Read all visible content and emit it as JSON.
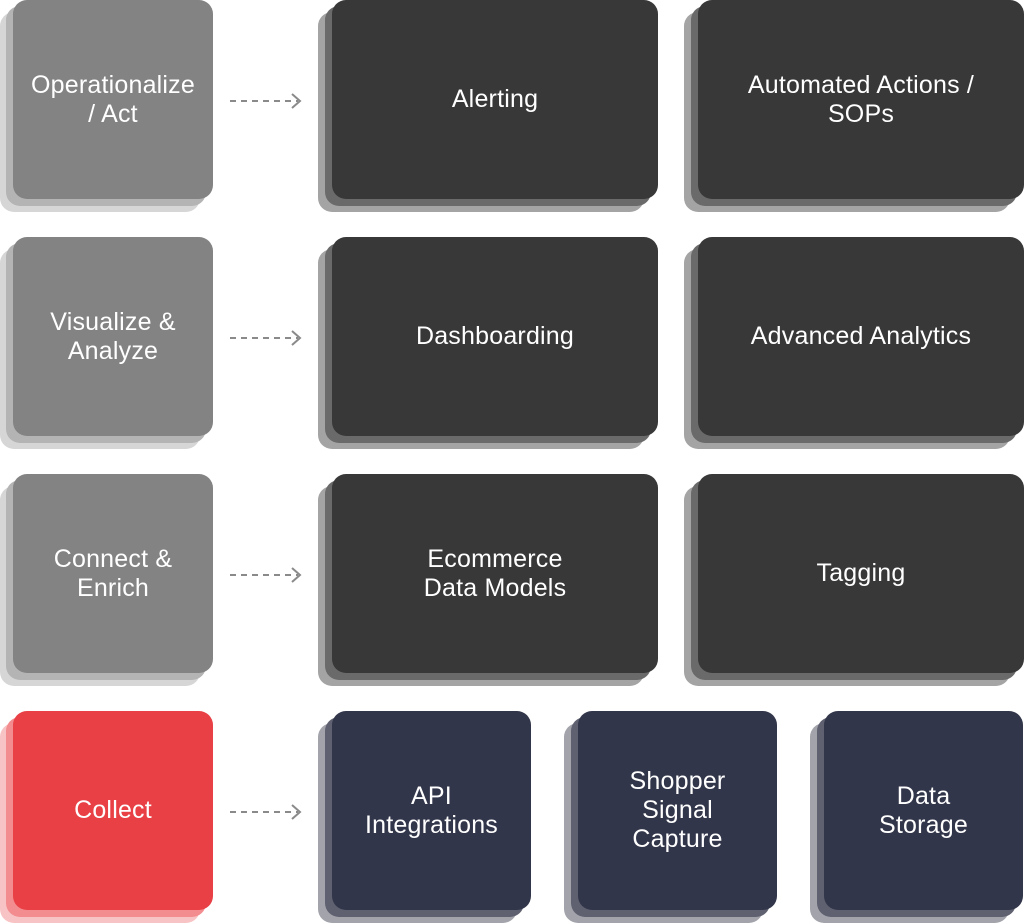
{
  "colors": {
    "stage_bg": "#838383",
    "stage_shadow_1": "#b4b4b4",
    "stage_shadow_2": "#d6d6d6",
    "collect_bg": "#e84045",
    "collect_shadow_1": "#f28c8f",
    "collect_shadow_2": "#f8c3c4",
    "capability_bg": "#383838",
    "capability_shadow_1": "#6a6a6a",
    "capability_shadow_2": "#a4a4a4",
    "collect_capability_bg": "#32364a",
    "collect_capability_shadow_1": "#5f6170",
    "collect_capability_shadow_2": "#a3a4ab",
    "arrow": "#8a8a8a"
  },
  "rows": [
    {
      "stage": "Operationalize\n/ Act",
      "capabilities": [
        "Alerting",
        "Automated Actions /\nSOPs"
      ]
    },
    {
      "stage": "Visualize &\nAnalyze",
      "capabilities": [
        "Dashboarding",
        "Advanced Analytics"
      ]
    },
    {
      "stage": "Connect &\nEnrich",
      "capabilities": [
        "Ecommerce\nData Models",
        "Tagging"
      ]
    },
    {
      "stage": "Collect",
      "capabilities": [
        "API\nIntegrations",
        "Shopper\nSignal\nCapture",
        "Data\nStorage"
      ]
    }
  ]
}
